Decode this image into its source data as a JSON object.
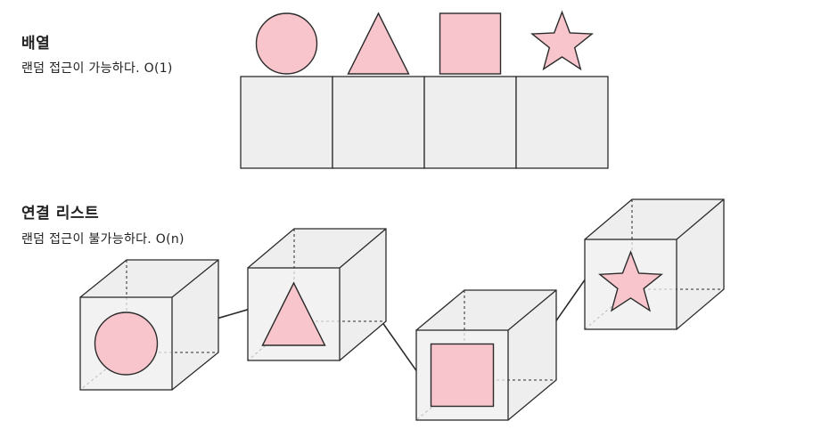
{
  "array_section": {
    "title": "배열",
    "description": "랜덤 접근이 가능하다. O(1)",
    "items": [
      {
        "shape": "circle"
      },
      {
        "shape": "triangle"
      },
      {
        "shape": "square"
      },
      {
        "shape": "star"
      }
    ]
  },
  "linked_list_section": {
    "title": "연결 리스트",
    "description": "랜덤 접근이 불가능하다. O(n)",
    "nodes": [
      {
        "shape": "circle"
      },
      {
        "shape": "triangle"
      },
      {
        "shape": "square"
      },
      {
        "shape": "star"
      }
    ]
  },
  "colors": {
    "shape_fill": "#f7c5cb",
    "box_fill": "#eeeeee",
    "stroke": "#2b2b2b",
    "background": "#ffffff"
  }
}
